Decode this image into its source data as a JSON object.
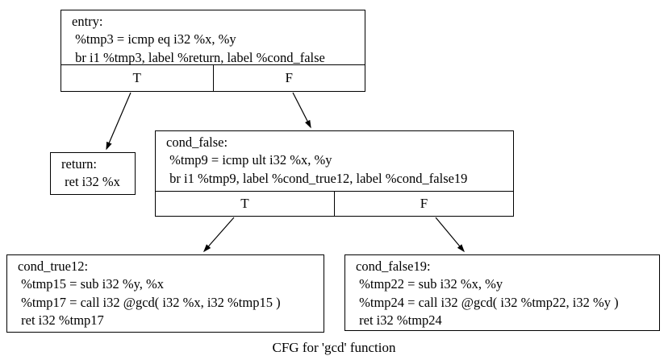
{
  "title": "CFG for 'gcd' function",
  "colors": {
    "background": "#ffffff",
    "border": "#000000",
    "text": "#000000"
  },
  "nodes": {
    "entry": {
      "lines": [
        "entry:",
        " %tmp3 = icmp eq i32 %x, %y",
        " br i1 %tmp3, label %return, label %cond_false"
      ],
      "branch_true_label": "T",
      "branch_false_label": "F"
    },
    "return": {
      "lines": [
        "return:",
        " ret i32 %x"
      ]
    },
    "cond_false": {
      "lines": [
        "cond_false:",
        " %tmp9 = icmp ult i32 %x, %y",
        " br i1 %tmp9, label %cond_true12, label %cond_false19"
      ],
      "branch_true_label": "T",
      "branch_false_label": "F"
    },
    "cond_true12": {
      "lines": [
        "cond_true12:",
        " %tmp15 = sub i32 %y, %x",
        " %tmp17 = call i32 @gcd( i32 %x, i32 %tmp15 )",
        " ret i32 %tmp17"
      ]
    },
    "cond_false19": {
      "lines": [
        "cond_false19:",
        " %tmp22 = sub i32 %x, %y",
        " %tmp24 = call i32 @gcd( i32 %tmp22, i32 %y )",
        " ret i32 %tmp24"
      ]
    }
  },
  "edges": [
    {
      "from": "entry",
      "branch": "T",
      "to": "return"
    },
    {
      "from": "entry",
      "branch": "F",
      "to": "cond_false"
    },
    {
      "from": "cond_false",
      "branch": "T",
      "to": "cond_true12"
    },
    {
      "from": "cond_false",
      "branch": "F",
      "to": "cond_false19"
    }
  ]
}
